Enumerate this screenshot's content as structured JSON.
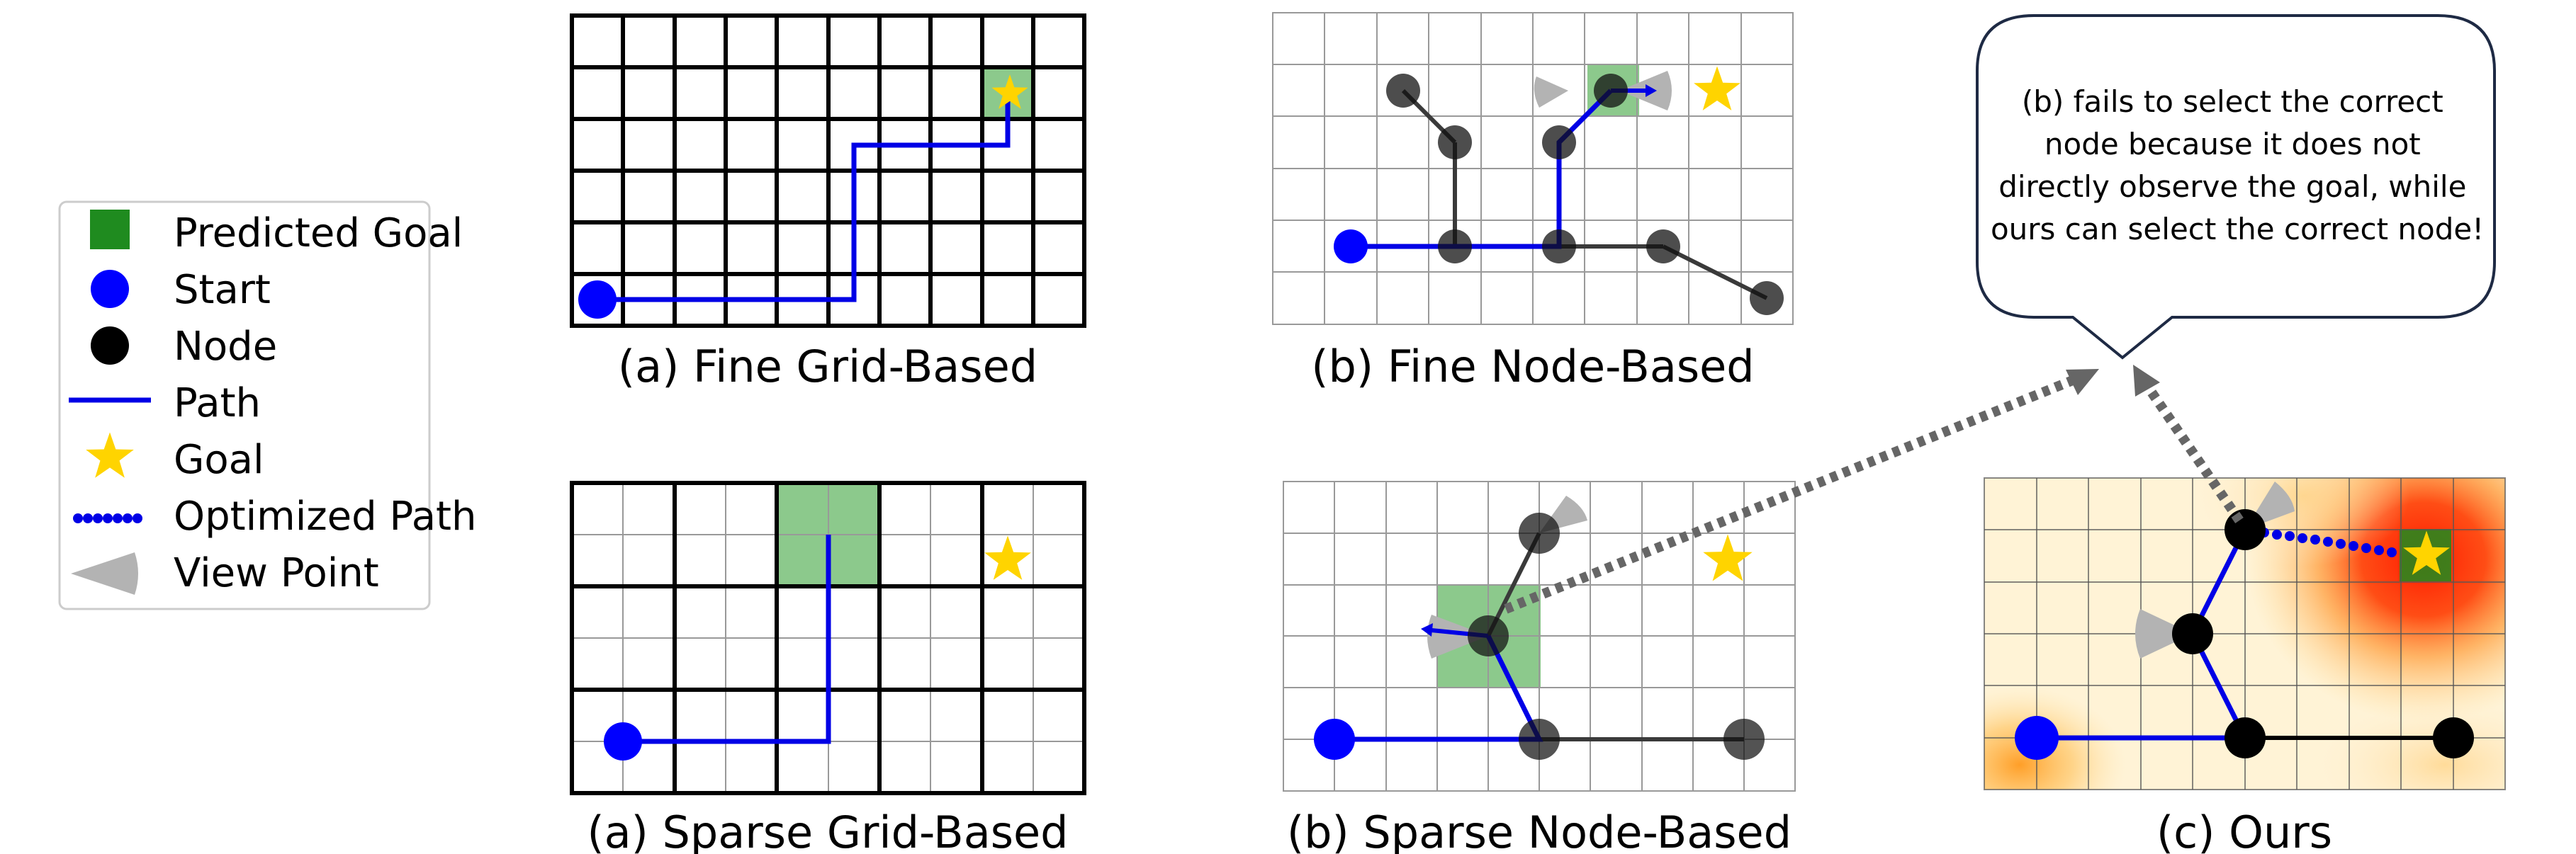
{
  "legend": {
    "items": [
      {
        "label": "Predicted Goal",
        "icon": "predicted-goal-square-icon"
      },
      {
        "label": "Start",
        "icon": "start-circle-icon"
      },
      {
        "label": "Node",
        "icon": "node-circle-icon"
      },
      {
        "label": "Path",
        "icon": "path-line-icon"
      },
      {
        "label": "Goal",
        "icon": "goal-star-icon"
      },
      {
        "label": "Optimized Path",
        "icon": "optimized-path-dots-icon"
      },
      {
        "label": "View Point",
        "icon": "view-point-cone-icon"
      }
    ]
  },
  "panels": {
    "fine_grid": {
      "caption": "(a) Fine Grid-Based"
    },
    "fine_node": {
      "caption": "(b) Fine Node-Based"
    },
    "sparse_grid": {
      "caption": "(a) Sparse Grid-Based"
    },
    "sparse_node": {
      "caption": "(b) Sparse Node-Based"
    },
    "ours": {
      "caption": "(c) Ours"
    }
  },
  "callout": {
    "lines": [
      "(b) fails to select the correct",
      "node because it does not",
      "directly observe the goal, while",
      "ours can select the correct node!"
    ]
  },
  "colors": {
    "path": "#0000e6",
    "start": "#0000ff",
    "node": "#111111",
    "node_translucent": "#3a3a3a",
    "goal_star": "#ffd400",
    "predicted_goal": "#1f8b1f",
    "predicted_goal_light": "#8cc98c",
    "grid_thick": "#000000",
    "grid_thin": "#999999",
    "arrow": "#666666",
    "heat_red": "#ff2a00",
    "heat_base": "#fff3d6"
  }
}
